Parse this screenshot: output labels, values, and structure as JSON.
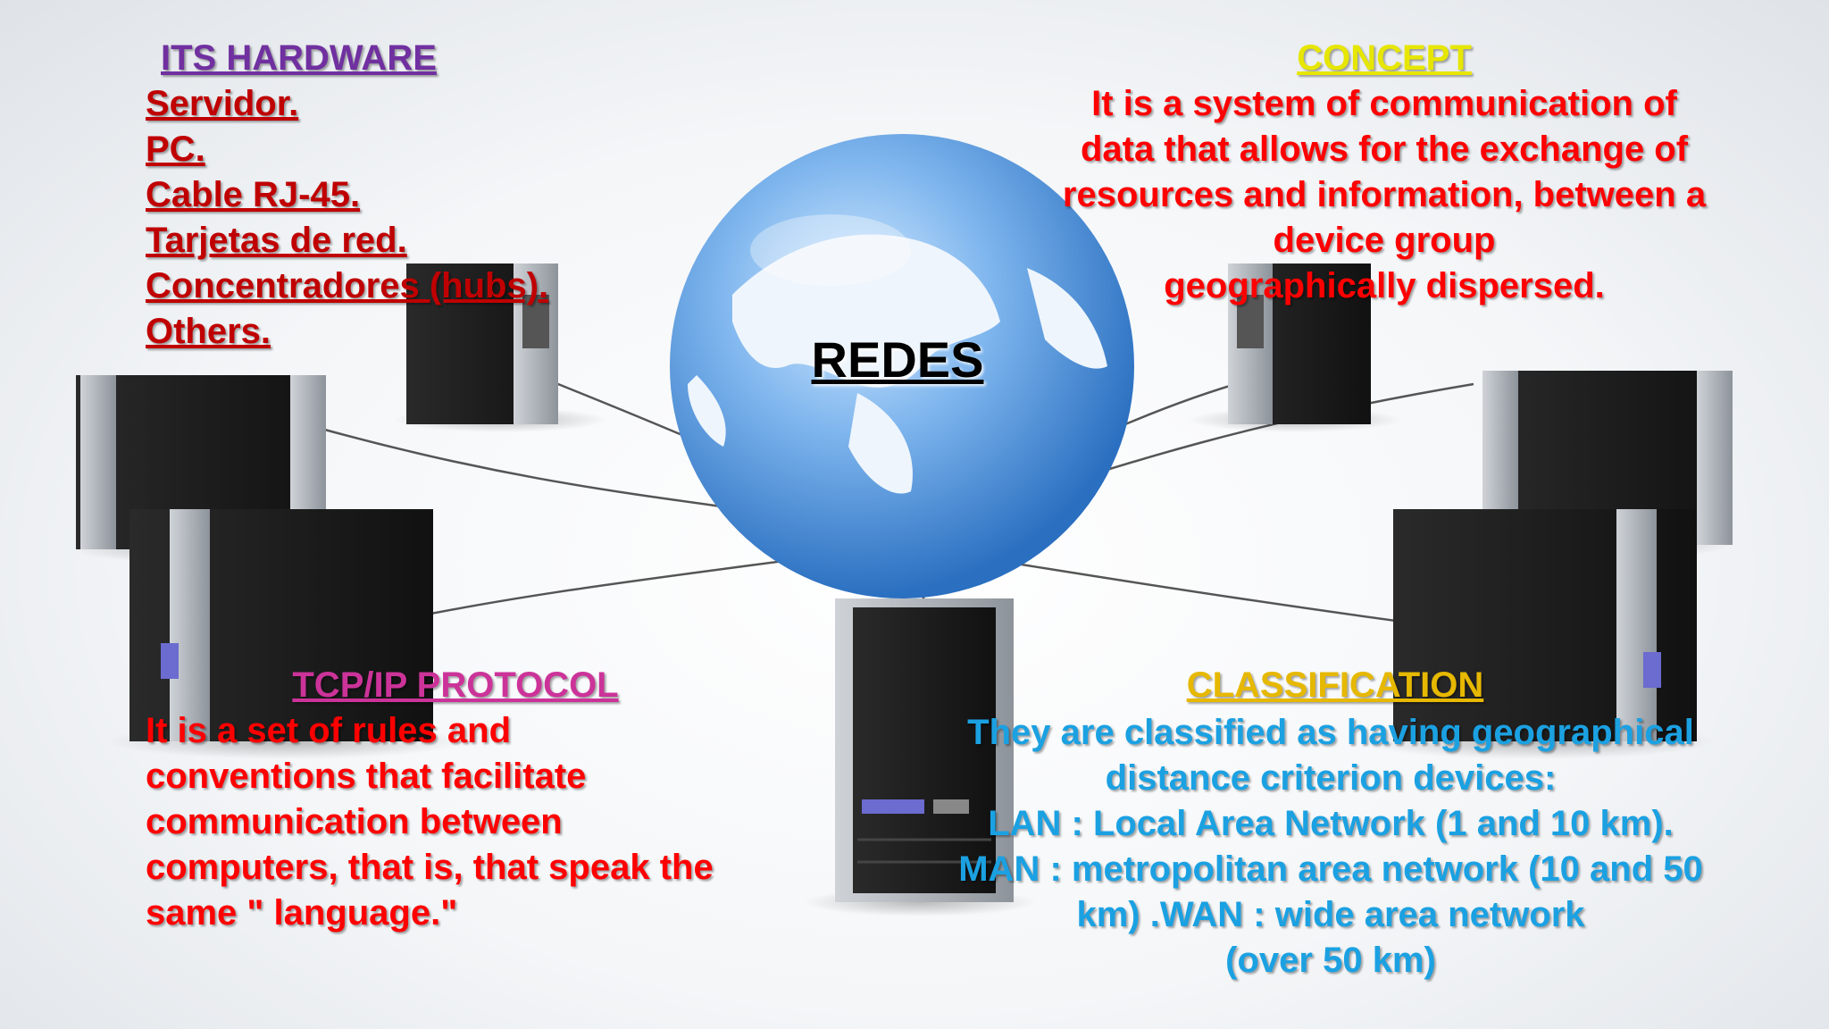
{
  "center": {
    "title": "REDES"
  },
  "hardware": {
    "title": "ITS HARDWARE",
    "items": [
      "Servidor.",
      "PC.",
      "Cable RJ-45.",
      "Tarjetas de red.",
      "Concentradores (hubs).",
      "Others."
    ]
  },
  "concept": {
    "title": "CONCEPT",
    "lines": [
      "It is a system of communication of",
      "data that allows for the exchange of",
      "resources and information, between a",
      "device group",
      "geographically dispersed."
    ]
  },
  "tcp": {
    "title": "TCP/IP PROTOCOL",
    "lines": [
      "It is a set of rules and",
      "conventions that facilitate",
      "communication between",
      "computers, that is, that speak the",
      "same \" language.\""
    ]
  },
  "classification": {
    "title": "CLASSIFICATION",
    "lines": [
      "They are classified as having geographical",
      "distance criterion devices:",
      "LAN : Local Area Network (1 and 10 km).",
      "MAN : metropolitan area network (10 and 50",
      "km) .WAN : wide area network",
      "(over 50 km)"
    ]
  },
  "colors": {
    "hardware_title": "#7030A0",
    "hardware_items": "#C00000",
    "concept_title": "#E6E600",
    "concept_body": "#FF0000",
    "tcp_title": "#CC3399",
    "tcp_body": "#FF0000",
    "classification_title": "#E6B800",
    "classification_body": "#1BA1E2",
    "globe": "#4A90D9"
  },
  "illustration": {
    "globe": "globe-icon",
    "servers": "server-icon"
  }
}
